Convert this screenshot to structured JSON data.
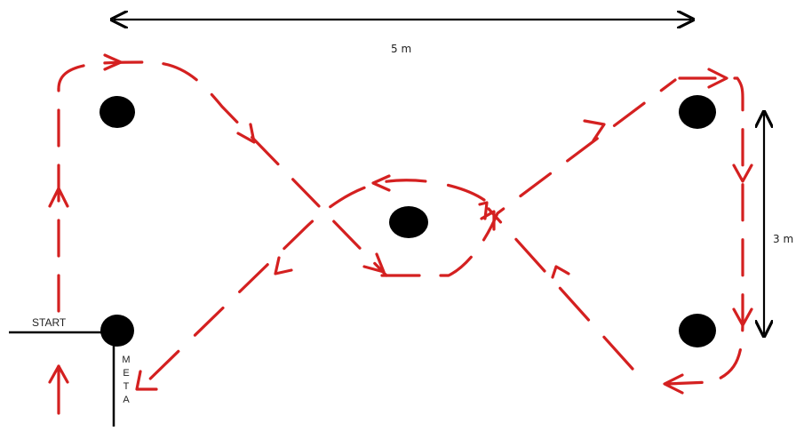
{
  "labels": {
    "width_dimension": "5 m",
    "height_dimension": "3 m",
    "start": "START",
    "finish_letters": [
      "M",
      "E",
      "T",
      "A"
    ]
  },
  "colors": {
    "path": "#d42020",
    "markers": "#000000",
    "lines": "#000000"
  }
}
